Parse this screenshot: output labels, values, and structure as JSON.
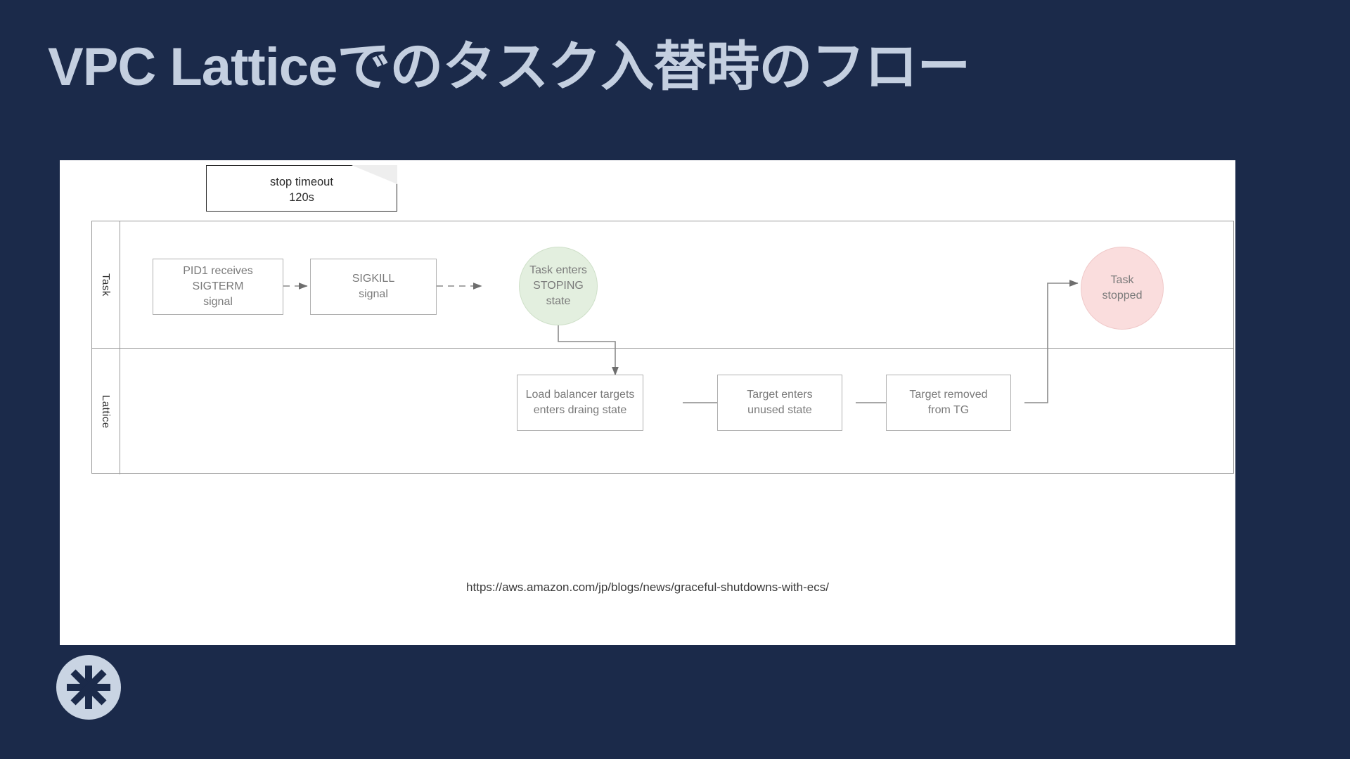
{
  "slide": {
    "title": "VPC Latticeでのタスク入替時のフロー",
    "background_color": "#1b2a4a",
    "title_color": "#c4cfe0"
  },
  "logo": {
    "icon": "asterisk-icon",
    "circle_color": "#c9d4e3",
    "glyph_color": "#1b2a4a"
  },
  "diagram": {
    "note": {
      "text": "stop timeout\n120s"
    },
    "lanes": [
      {
        "id": "task",
        "label": "Task"
      },
      {
        "id": "lattice",
        "label": "Lattice"
      }
    ],
    "nodes": [
      {
        "id": "pid1",
        "lane": "task",
        "shape": "box",
        "text": "PID1 receives\nSIGTERM\nsignal"
      },
      {
        "id": "sigkill",
        "lane": "task",
        "shape": "box",
        "text": "SIGKILL\nsignal"
      },
      {
        "id": "stopping",
        "lane": "task",
        "shape": "circle",
        "text": "Task enters\nSTOPING\nstate",
        "fill": "#e3efdf"
      },
      {
        "id": "stopped",
        "lane": "task",
        "shape": "circle",
        "text": "Task\nstopped",
        "fill": "#fadddd"
      },
      {
        "id": "draining",
        "lane": "lattice",
        "shape": "box",
        "text": "Load balancer targets\nenters draing state"
      },
      {
        "id": "unused",
        "lane": "lattice",
        "shape": "box",
        "text": "Target enters\nunused state"
      },
      {
        "id": "removed",
        "lane": "lattice",
        "shape": "box",
        "text": "Target removed\nfrom TG"
      }
    ],
    "edges": [
      {
        "from": "pid1",
        "to": "sigkill",
        "style": "dashed"
      },
      {
        "from": "sigkill",
        "to": "stopping",
        "style": "dashed"
      },
      {
        "from": "stopping",
        "to": "draining",
        "style": "solid"
      },
      {
        "from": "draining",
        "to": "unused",
        "style": "solid"
      },
      {
        "from": "unused",
        "to": "removed",
        "style": "solid"
      },
      {
        "from": "removed",
        "to": "stopped",
        "style": "solid"
      }
    ],
    "source_url": "https://aws.amazon.com/jp/blogs/news/graceful-shutdowns-with-ecs/"
  }
}
